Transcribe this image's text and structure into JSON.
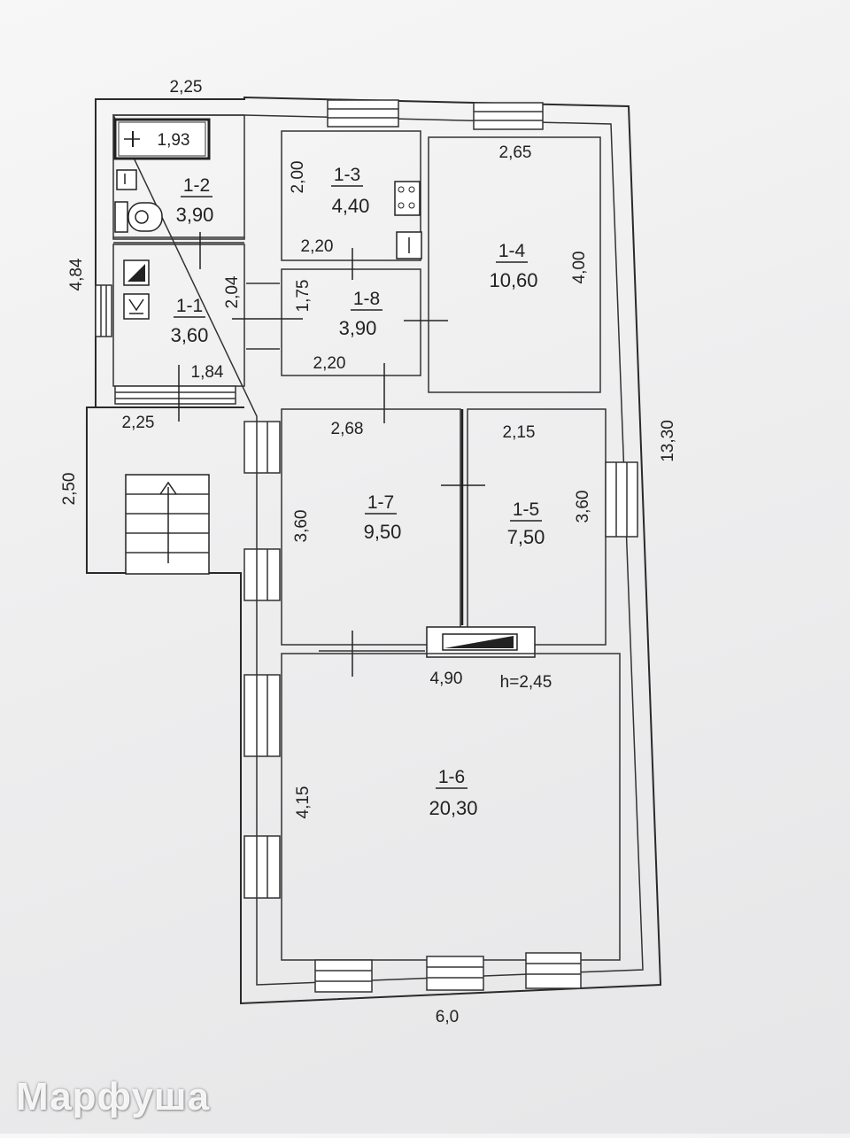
{
  "plan": {
    "height_note": "h=2,45",
    "outer_dims": {
      "top": "2,25",
      "bottom": "6,0",
      "right": "13,30",
      "left_upper": "4,84",
      "left_lower": "2,50",
      "stair_width": "2,25"
    },
    "rooms": [
      {
        "id": "1-1",
        "area": "3,60"
      },
      {
        "id": "1-2",
        "area": "3,90"
      },
      {
        "id": "1-3",
        "area": "4,40"
      },
      {
        "id": "1-4",
        "area": "10,60"
      },
      {
        "id": "1-5",
        "area": "7,50"
      },
      {
        "id": "1-6",
        "area": "20,30"
      },
      {
        "id": "1-7",
        "area": "9,50"
      },
      {
        "id": "1-8",
        "area": "3,90"
      }
    ],
    "inner_dims": {
      "bath": "1,93",
      "r11_bottom": "1,84",
      "r11_side": "2,04",
      "r13_side": "2,00",
      "r13_bottom": "2,20",
      "r18_side": "1,75",
      "r18_bottom": "2,20",
      "r14_top": "2,65",
      "r14_side": "4,00",
      "r17_top": "2,68",
      "r17_side": "3,60",
      "r15_top": "2,15",
      "r15_side": "3,60",
      "r16_top": "4,90",
      "r16_side": "4,15"
    }
  },
  "watermark": "Марфуша"
}
